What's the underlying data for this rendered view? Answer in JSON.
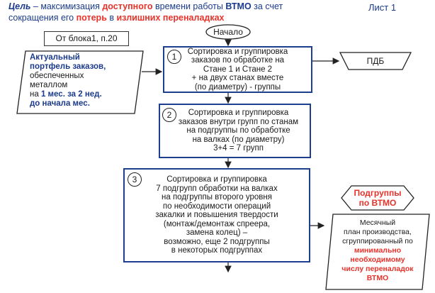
{
  "header": {
    "goal_word": "Цель",
    "dash": " – максимизация ",
    "available": "доступного",
    "middle": " времени работы ",
    "vtmo": "ВТМО",
    "tail1": " за счет",
    "line2_pre": "сокращения его ",
    "losses": "потерь",
    "in": " в ",
    "extra": "излишних переналадках"
  },
  "sheet_label": "Лист 1",
  "start_label": "Начало",
  "source_label": "От блока1, п.20",
  "portfolio": {
    "line1": "Актуальный",
    "line2": "портфель заказов,",
    "line3": "обеспеченных",
    "line4": "металлом",
    "line5_pre": "на ",
    "line5_hl": "1 мес. за 2 нед.",
    "line6": "до начала мес."
  },
  "pdb_label": "ПДБ",
  "steps": [
    {
      "num": "1",
      "lines": [
        "Сортировка и группировка",
        "заказов по обработке на",
        "Стане 1 и Стане 2",
        "+ на двух станах вместе",
        "(по диаметру) - группы"
      ]
    },
    {
      "num": "2",
      "lines": [
        "Сортировка и группировка",
        "заказов внутри групп по станам",
        "на подгруппы по обработке",
        "на валках (по диаметру)",
        "3+4 = 7 групп"
      ]
    },
    {
      "num": "3",
      "lines": [
        "Сортировка и группировка",
        "7 подгрупп обработки на валках",
        "на подгруппы  второго уровня",
        "по необходимости операций",
        "закалки и повышения твердости",
        "(монтаж/демонтаж спреера,",
        "замена колец) –",
        "возможно, еще 2 подгруппы",
        "в некоторых подгруппах"
      ]
    }
  ],
  "subgroups": {
    "line1": "Подгруппы",
    "line2": "по ВТМО"
  },
  "plan": {
    "line1": "Месячный",
    "line2": "план производства,",
    "line3": "сгруппированный по",
    "line4": "минимально",
    "line5": "необходимому",
    "line6": "числу переналадок",
    "line7": "ВТМО"
  },
  "colors": {
    "box_border": "#1e3f8f",
    "accent_red": "#e8322a",
    "accent_blue": "#1a3a8c"
  }
}
